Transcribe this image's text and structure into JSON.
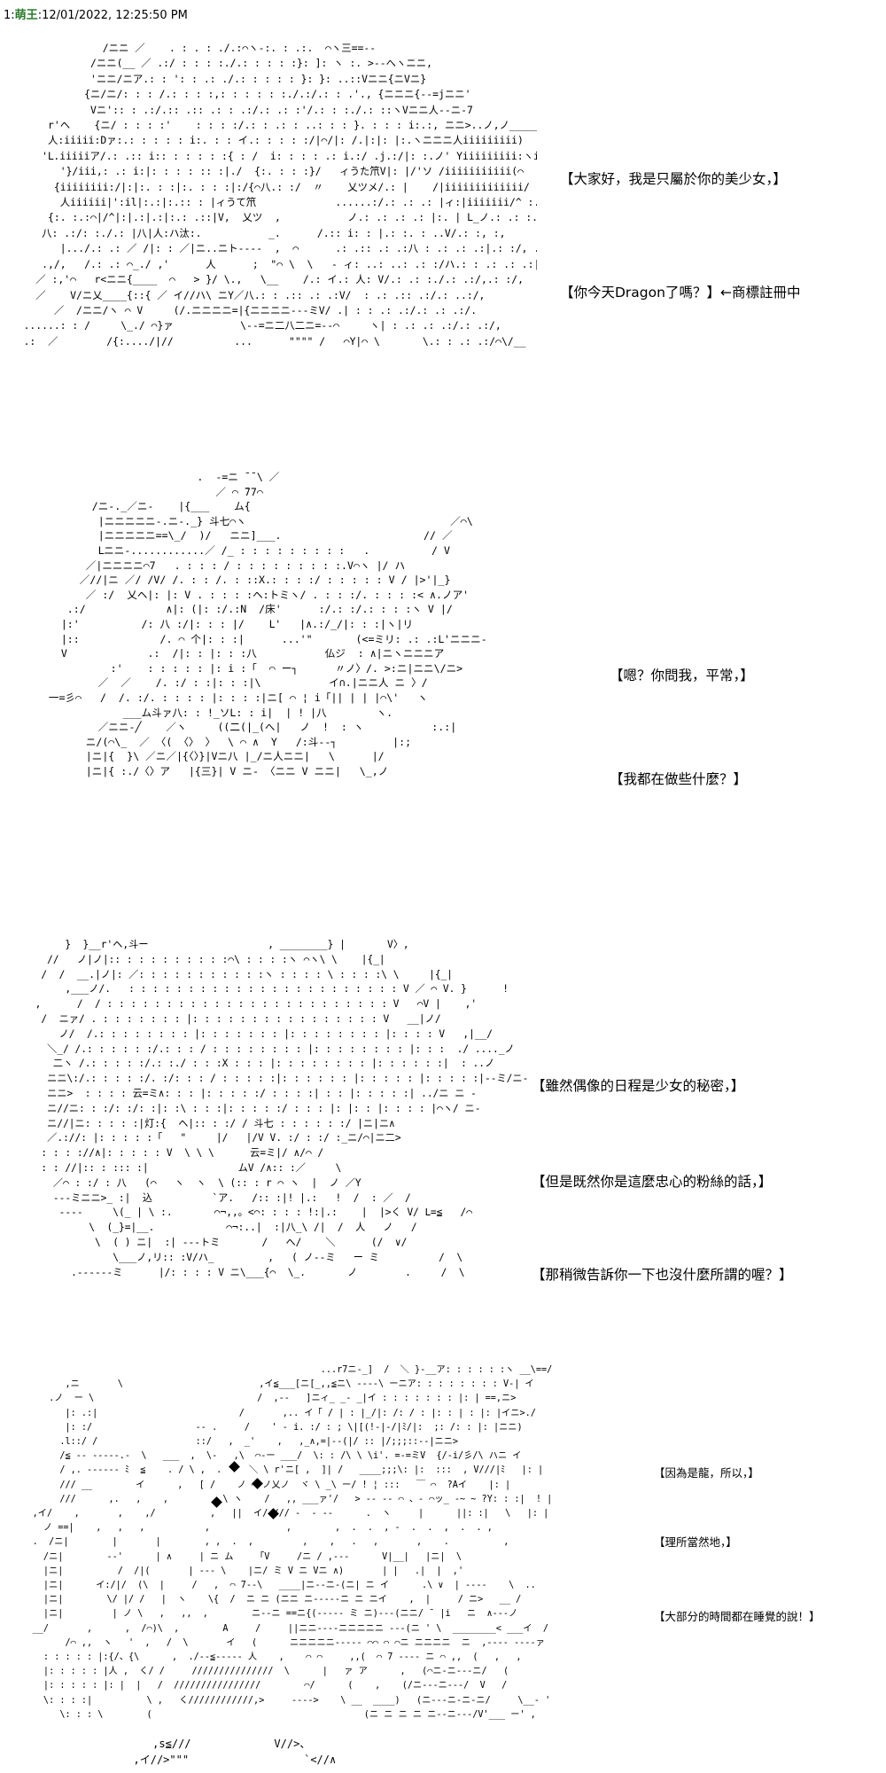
{
  "header": {
    "post_number": "1",
    "separator": ":",
    "poster_name": "萌王",
    "timestamp": ":12/01/2022, 12:25:50 PM"
  },
  "panels": [
    {
      "art": "                /ニニ ／    . : . : ./.:⌒ヽ-:. : .:.  ⌒ヽ三==--\n              /ニニ(__ ／ .:/ : : : :./.: : : : :}: ]: ヽ :. >--へヽニニ,\n              'ニニ/ニア.: : ': : .: ./.: : : : : }: }: ..::Vニニ{ニVニ}\n             {ニ/ニ/: : : /.: : : :,: : : : : :./.:/.: : .'., {ニニニ{--=jニニ'\n              Vニ':: : .:/.:: .:: .: : .:/.: .: :'/.: : :./.: ::ヽVニニ人--ニ-7\n       r'ヘ    {ニ/ : : : :'    : : : :/.: : .: : ..: : : }. : : : i:.:, ニニ>..ノ,ノ______\n       人:iiiii:Dァ:.: : : : : i:. : : イ.: : : : :/|⌒/|: /.|:|: |:.ヽニニニ人iiiiiiiii)\n      'ᒪ.iiiiiア/.: .:: i:: : : : : :{ : /  i: : : : .: i.:/ .j.:/|: :.ノ' Yiiiiiiiii:ヽi:/\n         '}/iii,: .: i:|: : : : :: :|./  {:. : : :}/   ィうた笊V|: |/'ソ /iiiiiiiiiii(⌒\n        {iiiiiiii:/|:|:. : :|:. : : :|:/{⌒八.: :/  〃    乂ツメ/.: |    /|iiiiiiiiiiiii/\n         人iiiiii|':il|:.:|:.:: : |ィうて笊             ......:/.: .: .: |ィ:|iiiiiii/^ :.\n       {:. :.:⌒|/^|:|.:|.:|:.: .::|V,  乂ツ  ,           ノ.: .: .: .: |:. | L_ノ.: .: :. .\n      八: .:/: :./.: |八|人:ハ汰:.           _.      /.:: i: : |.: :. : ..V/.: :, :,\n         |.../.: .: ／ /|: : ／|ニ..ニト----  ,  ⌒      .: .:: .: .:八 : .: .: .:|.: :/, .: /,\n      .,/,   /.: .: ⌒_./ ,'      人      ;  \"⌒ \\  \\   - ィ: ..: ..: .: :/ハ.: : .: .: .:|.: :. :/, .: /,\n     ／ :,'⌒   r<ニニ{____  ⌒   > }/ \\.,   \\__    /.: イ.: 人: V/.: .: :./.: .:/,.: :/,\n     ／    V/ニ乂____{::{ ／ イ//ハ\\ ニY／八.: : .:: .: .:V/  : .: .:: .:/.: ..:/,\n        ／  /ニニ/ヽ ⌒ V     (/.ニニニニ=|{ニニニニ---ミV/ .| : : .: .:/.: .: .:/.\n   ......: : /     \\_./ ⌒}ァ           \\--=ニ二八二ニ=--⌒     ヽ| : .: .: .:/.: .:/,\n   .:  ／        /{:..../|//          ...      \"\"\"\" /   ⌒Y|⌒ \\       \\.: : .: .:/⌒\\/__",
      "dialogs": [
        "【大家好，我是只屬於你的美少女，】",
        "【你今天Dragon了嗎？】←商標註冊中"
      ]
    },
    {
      "art": "                               .  -=ニ ̄ ̄ \\ ／\n                                  ／ ⌒ ̄77⌒\n              /ニ-._／ニ-    |{___    ム{\n               |ニニニニニ-.ニ-._} 斗七⌒ヽ                                 ／⌒\\\n               |ニニニニニ==\\_/  )/   ニニ]___.                       // ／\n               ᒪニニ-............／ /_ : : : : : : : : :   .          / V\n             ／|ニニニニ⌒7   . : : : / : : : : : : : : :.V⌒ヽ |/ ハ\n            ／//|ニ ／/ /V/ /. : : /. : ::X.: : : :/ : : : : : V / |>'|_}\n             ／ :/  乂ヘ|: |: V . : : : :ヘ:トミヽ/ . : : :/. : : : :< ∧.ノア'\n          .:/             ∧|: (|: :/.:N  /床'      :/.: :/.: : : :ヽ V |/\n         |:'          /: 八 :/|: : : |/    ᒪ'   |∧.:/_/|: : :|ヽ|リ\n         |::             /. ⌒ 个|: : :|      ...'\"       (<=ミリ: .: .:ᒪ'ニニニ-\n         V             .:  /|: : |: : :八           仏ジ  : ∧|ニヽニニニア\n                 :'    : : : : : |: i :「  ⌒ ー┐      〃ノ〉/. >:ニ|ニニ\\/ニ>\n               ／  ／    /. :/ : :|: : :|\\           イ∩.|ニニ人 ニ 〉/\n       一=彡⌒   /  /. :/. : : : : |: : : :|ニ[ ⌒ ¦ i「|| | | |⌒\\'   ヽ\n                   ___ム斗ァ八: : !_ソL: : i|  | ! |八        ヽ.\n               ／ニニ-╱    ／ヽ     ((二(|_(へ|   ノ  !  : ヽ           :.:|\n             ニ/(⌒\\_  ／ 〈( 〈〉 〉  \\ ⌒ ∧  Y   /:斗--┐         |:;\n             |ニ|{  }\\ ／ニ／|{〈〉}|Vニ八 |_/ニ人ニニ|   \\      |/\n             |ニ|{ :./〈〉ア   |{三}| V ニ- 〈ニニ V ニニ|   \\_,ノ",
      "dialogs": [
        "【嗯？你問我，平常，】",
        "【我都在做些什麼？】"
      ]
    },
    {
      "art": "          }  }__r'ヘ,斗ー                    , ________} |       V〉,\n       //   ノ|ノ|:: : : : : : : : : :⌒\\ : : : :ヽ ⌒ヽ\\ \\    |{_|\n      /  /  __.|ノ|: ／: : : : : : : : : : :ヽ : : : : \\ : : : :\\ \\     |{_|\n          ,___ノ/.   : : : : : : : : : : : : : : : : : : : : : : : V ／ ⌒ V. }      !\n     ,      /  / : : : : : : : : : : : : : : : : : : : : : : : : V   ⌒V |    ,'\n      /  ニァ/ . : : : : : : : |: : : : : : : : : : : : : : : : V   __|ノ/\n         ノ/  /.: : : : : : : : |: : : : : : : |: : : : : : : : |: : : : V   ,|__/\n       ＼_/ /.: : : : : :/.: : : / : : : : : : : : |: : : : : : : : |: : :  ./ ...._ノ\n        二ヽ /.: : : : :/.: :./ : : :X : : : |: : : : : : : : |: : : : : :|  : ..ノ\n       ニニ\\:/.: : : : :/. :/: : : / : : : : :|: : : : : : |: : : : : |: : : : :|--ミ/ニ- \\\n       ニニ>  : : : : 云=ミ∧: : : |: : : : :/ : : : :| : : |: : : : :| ../ニ ニ -\n       ニ//ニ: : :/: :/: :|: :\\ : : :|: : : : :/ : : : |: |: : |: : : : |⌒ヽ/ ニ-\n       ニ//|ニ: : : : :|灯:{  ヘ|:: : :/ / 斗七 : : : : : :/ |ニ|ニ∧\n       ／.://: |: : : : :「   \"     |/   |/V V. :/ : :/ :_ニ/⌒|ニ二>\n      : : : ://∧|: : : : : V  \\ \\ \\      云=ミ|/ ∧/⌒ /\n      : : //|:: : ::: :|               ムV /∧:: :／     \\\n        ／⌒ : :/ : 八   (⌒   ヽ  ヽ  \\ (:: : r ⌒ ヽ  |  ノ ／Y\n        ---ミニニ>_ :|  込          `ア.   /:: :|! |.:   !  /  : ／  /\n         ----     \\(_ | \\ :.       ⌒¬,,。<⌒: : : : !:|.:    |  |>く V/ ᒪ=≦   /⌒\n              \\  (_}=|__.            ⌒¬:..|  :|八_\\ /|  /  人   ノ   /\n               \\  ( ) ニ|  :| ---トミ       /   ヘ/    ＼      (/  ∨/\n                  \\___ノ,リ:: :V/ハ_         ,   ( ノ--ミ   ー ミ          /  \\\n           .------ミ      |/: : : : V ニ\\___{⌒  \\_.       ノ        .     /  \\",
      "dialogs": [
        "【雖然偶像的日程是少女的秘密，】",
        "【但是既然你是這麼忠心的粉絲的話，】",
        "【那稍微告訴你一下也沒什麼所謂的喔？】"
      ]
    },
    {
      "art": "                                                          ...r7ニ-_]  /  ＼ }-__ア: : : : : :ヽ __\\==/\n           ,ニ       \\                         ,イ≦___[ニ[_,,≦ニ\\ ----\\ ーニア: : : : : : : : V-| イ\n        .ノ  ー \\                              /  ,--   ]ニィ_ _- _|イ : : : : : : : |: | ==,ニ>\n           |: .:|                          /       ,.. イ「 / | : |_/|: /: / : |: : | : |: |イニ>./\n           |: :/                   -- .     /    ' - i. :/ : ; \\|[(!-|-/|ﾐ/|:  ;: /: : |: |ニニ)\n          .l::/ /                  ::/   ,  _'    ,   ,_∧,=|--(|/ :: |/;;;::--|ニニ>\n          /≦ -- -----.-  \\   ___  ,  \\-   ,\\  ⌒-ー ___/  \\: : /\\ \\ \\i'. =-=ミV  {/-i/彡/\\ ハニ イ\n          / ,. ------ ﾐ  ≦    . / \\ ,  .     ＼ \\ r'ニ[ ,  ]| /   ____;;;\\: |:  :::  , V///|ﾐ   |: |\n          /// __        イ      ,   [ /    ノ ⌒ ノ乂ノ  ヾ \\ _\\ ー/ ! ¦ :::   ￣ ⌒  ?Aイ    |: |\n          ///      ,.   ,    ,          \\ ヽ    /   ,, ___ァ'/   > -- -- ⌒ 、- ⌒ッ_ -~ ~ ?Y: : :|  ! |\n     ,イ/    ,       ,    ,/          ,   ||  イ/ /// -  - --      .  ヽ     |      ||: :|   \\   |: |\n       ノ ==|    ,   ,   ,           ,              ,        ,  .  .  , -  .  .  ,  .  . ,\n     .  /ニ|        |       |        , ,  .  ,         ,    ,   .   ,       ,    .          ,\n       /ニ|        --'      | ∧     | ニ ム    「V     /ニ / ,---      V|__|   |ニ|  \\\n       |ニ|          /  /|(       | --- \\    |ニ/ ミ V ニ Vニ ∧)       | |   .|  |  ,'\n       |ニ|      イ:/|/  (\\  |     /   ,  ⌒ 7--\\   ____|ニ--ニ-(ニ| ニ イ      .\\ ∨  | ----    \\  ..\n       |ニ|        \\/ |/ /   |  ヽ    \\{  /  ニ ニ (ニニ ニ-----ニ ニ ニイ    ,  |     / ニ>   __ /\n       |ニ|         | ノ \\   ,   ,,  ,        ニ--ニ ==ニ{(----- ミ ニ)---(ニニ/ ̄  |i   ニ  ∧---ノ\n     __/       ,      ,  /⌒)\\  ,        A     /     ||ニニ----ニニニニニ ---(ニ ' \\  ________< ___イ  /\n           /⌒ ,,  ヽ   '  ,   /  \\       イ   (      ニニニニニ----- ⌒⌒ ⌒ ⌒ニ ニニニニ  ニ  ,---- ----ァ\n       : : : : : |:{/、{\\      ,  ./--≦----- 人    ,    ⌒ ⌒     ,,(  ⌒ 7 ---- ニ ⌒ ,,  (   ,   ,\n       |: : : : : |人 ,  く/ /     ///////////////  \\      |   ァ ア      ,   (⌒ニ-ニ---ニ/   (\n       |: : : : : |: |  |   /  ////////////////        ⌒/      (    ,    (/ニ---ニ---/  V   /\n       \\: : : :|          \\ ,   く////////////,>     ---->    \\ __  ____)   (ニ---ニ-ニ-ニ/     \\__- '\n          \\: : : \\        (                                       (ニ ニ ニ ニ ニ--ニ---/V'___ ー' ,",
      "dialogs": [
        "【因為是龍，所以，】",
        "【理所當然地，】",
        "【大部分的時間都在睡覺的說！】"
      ]
    },
    {
      "art": "                       ,s≦///             V//>、\n                    ,イ//>\"\"\"                  `<//∧"
    }
  ]
}
